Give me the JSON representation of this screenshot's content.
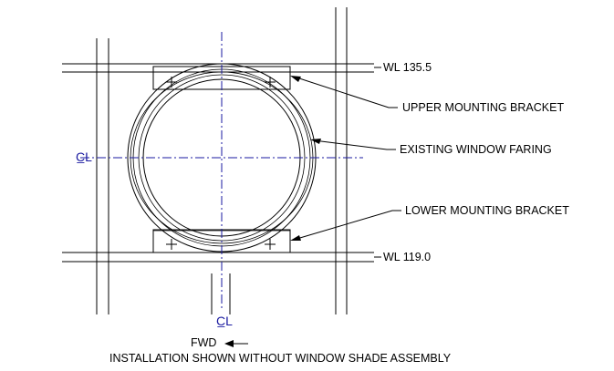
{
  "labels": {
    "wl_upper": "WL 135.5",
    "wl_lower": "WL 119.0",
    "upper_bracket": "UPPER MOUNTING BRACKET",
    "window_faring": "EXISTING WINDOW FARING",
    "lower_bracket": "LOWER MOUNTING BRACKET",
    "fwd": "FWD",
    "caption": "INSTALLATION SHOWN WITHOUT WINDOW SHADE ASSEMBLY"
  },
  "centerline_symbol": {
    "horizontal": "C̲L",
    "vertical": "C̲L"
  },
  "colors": {
    "line": "#000000",
    "centerline": "#1a1aa0"
  }
}
